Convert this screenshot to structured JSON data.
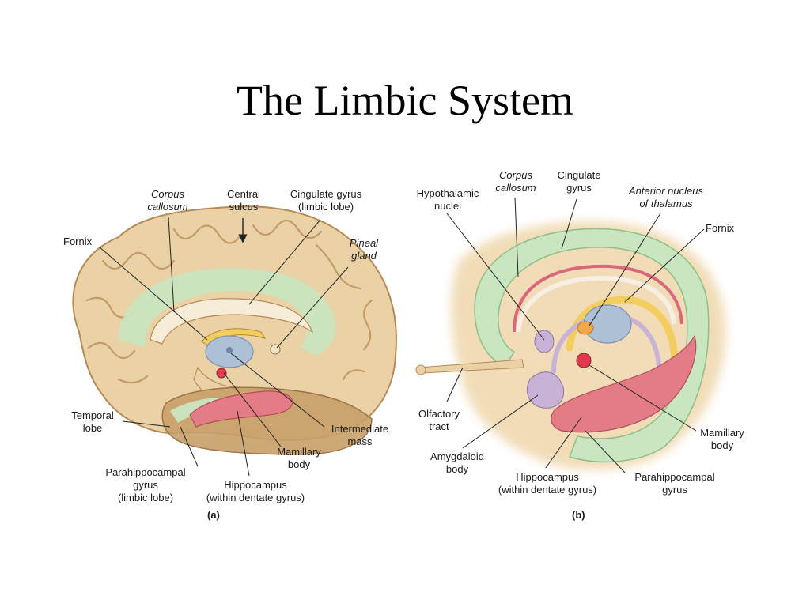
{
  "title": "The Limbic System",
  "panel_a": {
    "tag": "(a)",
    "labels": {
      "corpus_callosum": "Corpus\ncallosum",
      "central_sulcus": "Central\nsulcus",
      "cingulate_gyrus": "Cingulate gyrus\n(limbic lobe)",
      "fornix": "Fornix",
      "pineal_gland": "Pineal\ngland",
      "temporal_lobe": "Temporal\nlobe",
      "intermediate_mass": "Intermediate\nmass",
      "mamillary_body": "Mamillary\nbody",
      "parahippocampal_gyrus": "Parahippocampal\ngyrus\n(limbic lobe)",
      "hippocampus": "Hippocampus\n(within dentate gyrus)"
    }
  },
  "panel_b": {
    "tag": "(b)",
    "labels": {
      "corpus_callosum": "Corpus\ncallosum",
      "cingulate_gyrus": "Cingulate\ngyrus",
      "hypothalamic_nuclei": "Hypothalamic\nnuclei",
      "anterior_nucleus": "Anterior nucleus\nof thalamus",
      "fornix": "Fornix",
      "olfactory_tract": "Olfactory\ntract",
      "amygdaloid_body": "Amygdaloid\nbody",
      "hippocampus": "Hippocampus\n(within dentate gyrus)",
      "parahippocampal_gyrus": "Parahippocampal\ngyrus",
      "mamillary_body": "Mamillary\nbody"
    }
  },
  "colors": {
    "brain_tan": "#e9cfa3",
    "brain_outline": "#b58a55",
    "cerebellum_brown": "#c9a06a",
    "limbic_green": "#c8e6c2",
    "hippocampus_pink": "#e47c86",
    "thalamus_blue": "#aec0d6",
    "fornix_yellow": "#f3cd5e",
    "amygdala_lilac": "#c8b3d6",
    "mamillary_red": "#e03a4e"
  }
}
